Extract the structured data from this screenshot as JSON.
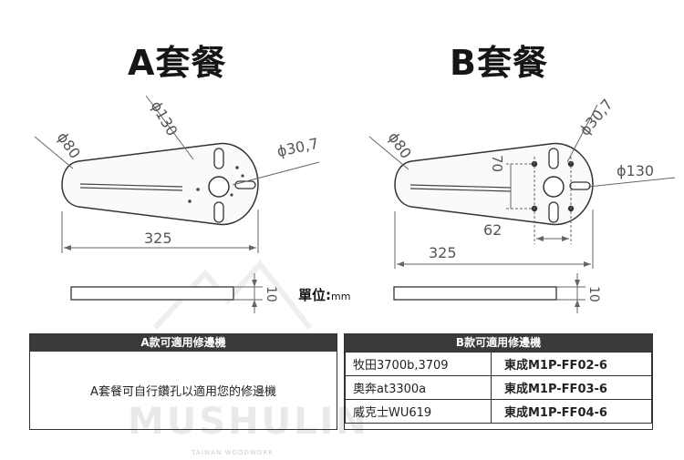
{
  "titles": {
    "a": "A套餐",
    "b": "B套餐"
  },
  "dims_a": {
    "phi130": "ϕ130",
    "phi80": "ϕ80",
    "phi30_7": "ϕ30,7",
    "length": "325",
    "thickness": "10"
  },
  "dims_b": {
    "phi30_7": "ϕ30,7",
    "phi80": "ϕ80",
    "phi130": "ϕ130",
    "h70": "70",
    "w62": "62",
    "length": "325",
    "thickness": "10"
  },
  "unit": {
    "label": "單位:",
    "value": "mm"
  },
  "watermark": {
    "brand": "MUSHULIN",
    "sub": "TAIWAN WOODWORK"
  },
  "panel_a": {
    "header": "A款可適用修邊機",
    "body": "A套餐可自行鑽孔以適用您的修邊機"
  },
  "panel_b": {
    "header": "B款可適用修邊機",
    "rows": [
      {
        "model": "牧田3700b,3709",
        "part": "東成M1P-FF02-6"
      },
      {
        "model": "奧奔at3300a",
        "part": "東成M1P-FF03-6"
      },
      {
        "model": "威克士WU619",
        "part": "東成M1P-FF04-6"
      }
    ]
  }
}
